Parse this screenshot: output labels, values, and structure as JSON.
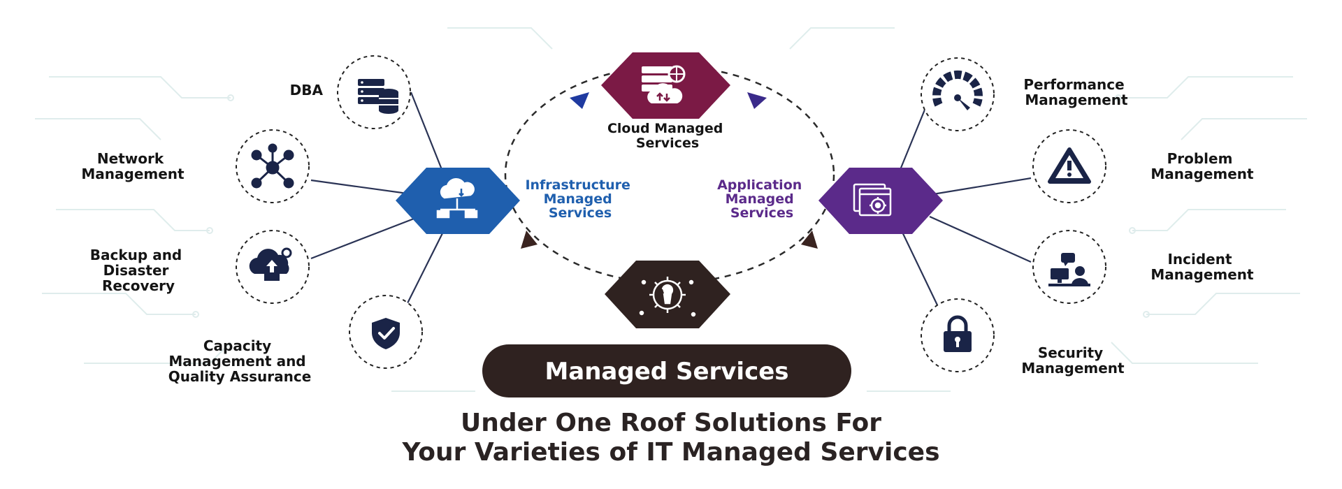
{
  "hub": {
    "cloud": {
      "lines": [
        "Cloud Managed",
        "Services"
      ],
      "color": "#7b1a45"
    },
    "infrastructure": {
      "lines": [
        "Infrastructure",
        "Managed",
        "Services"
      ],
      "color": "#1f5fae"
    },
    "application": {
      "lines": [
        "Application",
        "Managed",
        "Services"
      ],
      "color": "#5b2a8a"
    },
    "managed": {
      "color": "#2f2220"
    }
  },
  "banner": {
    "label": "Managed Services",
    "color": "#2f2220"
  },
  "tagline": {
    "line1": "Under One Roof Solutions For",
    "line2": "Your Varieties of IT Managed Services"
  },
  "left_services": [
    {
      "lines": [
        "DBA"
      ],
      "icon": "database-icon"
    },
    {
      "lines": [
        "Network",
        "Management"
      ],
      "icon": "network-icon"
    },
    {
      "lines": [
        "Backup and",
        "Disaster",
        "Recovery"
      ],
      "icon": "cloud-backup-icon"
    },
    {
      "lines": [
        "Capacity",
        "Management and",
        "Quality Assurance"
      ],
      "icon": "shield-check-icon"
    }
  ],
  "right_services": [
    {
      "lines": [
        "Performance",
        "Management"
      ],
      "icon": "gauge-icon"
    },
    {
      "lines": [
        "Problem",
        "Management"
      ],
      "icon": "warning-icon"
    },
    {
      "lines": [
        "Incident",
        "Management"
      ],
      "icon": "support-agent-icon"
    },
    {
      "lines": [
        "Security",
        "Management"
      ],
      "icon": "padlock-icon"
    }
  ],
  "colors": {
    "navy": "#1a2447",
    "line": "#2a3355",
    "text": "#141414"
  }
}
